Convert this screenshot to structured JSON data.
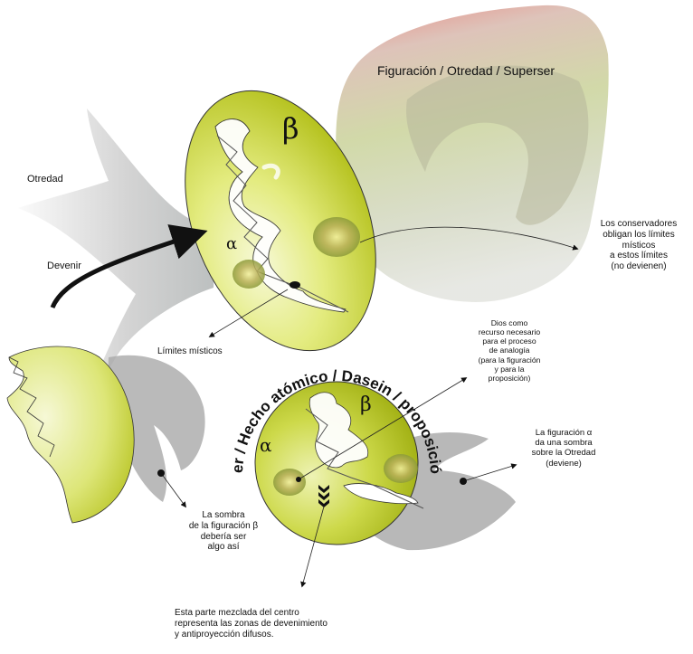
{
  "labels": {
    "figuracion_otredad": "Figuración / Otredad / Superser",
    "otredad": "Otredad",
    "devenir": "Devenir",
    "limites_misticos": "Límites místicos",
    "beta_top": "β",
    "alpha_top": "α",
    "ring_text": "Ser / Hecho atómico / Dasein / proposición",
    "alpha_bottom": "α",
    "beta_bottom": "β",
    "conservadores": [
      "Los conservadores",
      "obligan los límites",
      "místicos",
      "a estos límites",
      "(no devienen)"
    ],
    "dios": [
      "Dios como",
      "recurso necesario",
      "para el proceso",
      "de analogía",
      "(para la figuración",
      "y para la",
      "proposición)"
    ],
    "sombra_alpha": [
      "La figuración α",
      "da una sombra",
      "sobre la Otredad",
      "(deviene)"
    ],
    "sombra_beta": [
      "La sombra",
      "de la figuración β",
      "debería ser",
      "algo así"
    ],
    "centro": [
      "Esta parte  mezclada del centro",
      "representa las zonas de devenimiento",
      "y antiproyección difusos."
    ]
  },
  "colors": {
    "sphere_light": "#f4f7c8",
    "sphere_dark": "#b5c21a",
    "shadow_gray": "#9a9a9a",
    "blob_red": "#e8847c",
    "arrow_black": "#111111"
  }
}
